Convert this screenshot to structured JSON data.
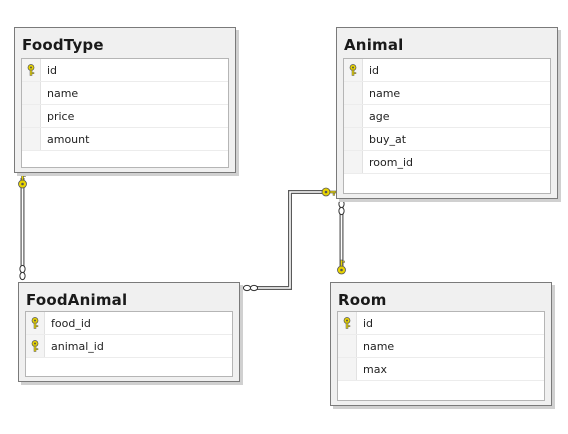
{
  "tables": {
    "foodtype": {
      "title": "FoodType",
      "columns": [
        {
          "name": "id",
          "pk": true
        },
        {
          "name": "name",
          "pk": false
        },
        {
          "name": "price",
          "pk": false
        },
        {
          "name": "amount",
          "pk": false
        }
      ]
    },
    "animal": {
      "title": "Animal",
      "columns": [
        {
          "name": "id",
          "pk": true
        },
        {
          "name": "name",
          "pk": false
        },
        {
          "name": "age",
          "pk": false
        },
        {
          "name": "buy_at",
          "pk": false
        },
        {
          "name": "room_id",
          "pk": false
        }
      ]
    },
    "foodanimal": {
      "title": "FoodAnimal",
      "columns": [
        {
          "name": "food_id",
          "pk": true
        },
        {
          "name": "animal_id",
          "pk": true
        }
      ]
    },
    "room": {
      "title": "Room",
      "columns": [
        {
          "name": "id",
          "pk": true
        },
        {
          "name": "name",
          "pk": false
        },
        {
          "name": "max",
          "pk": false
        }
      ]
    }
  },
  "colors": {
    "key": "#e8d400",
    "line": "#5a5a5a"
  }
}
